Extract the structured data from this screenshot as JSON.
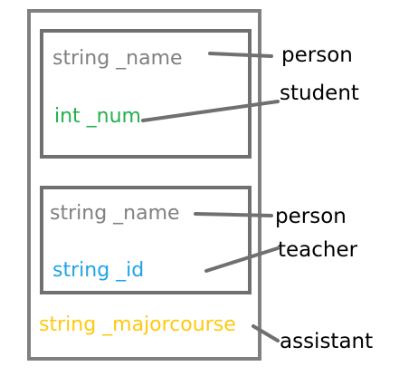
{
  "colors": {
    "box_stroke": "#808080",
    "connector": "#707070",
    "inherited_field": "#808080",
    "student_field": "#22b14c",
    "teacher_field": "#1fa3e8",
    "assistant_field": "#ffc90e",
    "label_text": "#000000"
  },
  "boxes": {
    "student": {
      "fields": [
        {
          "text": "string _name",
          "color_key": "inherited_field"
        },
        {
          "text": "int _num",
          "color_key": "student_field"
        }
      ]
    },
    "teacher": {
      "fields": [
        {
          "text": "string _name",
          "color_key": "inherited_field"
        },
        {
          "text": "string _id",
          "color_key": "teacher_field"
        }
      ]
    },
    "assistant": {
      "fields": [
        {
          "text": "string _majorcourse",
          "color_key": "assistant_field"
        }
      ]
    }
  },
  "labels": {
    "person_1": "person",
    "student": "student",
    "person_2": "person",
    "teacher": "teacher",
    "assistant": "assistant"
  }
}
